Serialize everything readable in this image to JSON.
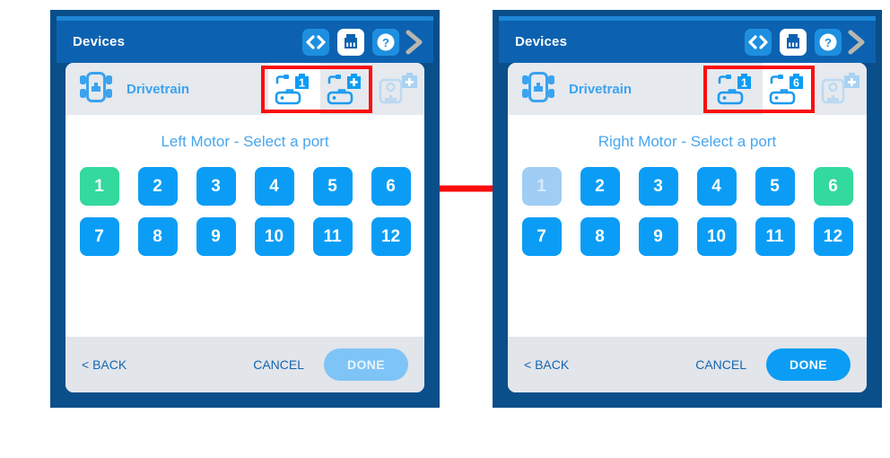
{
  "accent": {
    "frame_navy": "#0a4e8a",
    "panel_blue": "#0c62b0",
    "port_blue": "#0b9df5",
    "port_green": "#33d99d",
    "port_disabled": "#9fcdf4",
    "highlight_red": "#fb0d0d",
    "arrow_red": "#fb0d0d",
    "link_blue": "#1565b4",
    "device_label_blue": "#3ba3ef"
  },
  "toolbar": {
    "title": "Devices",
    "icons": [
      {
        "name": "code-icon",
        "glyph": "<>",
        "active": false
      },
      {
        "name": "device-port-icon",
        "glyph": "port",
        "active": true
      },
      {
        "name": "help-icon",
        "glyph": "?",
        "active": false
      }
    ],
    "chevron": "chevron-right-icon"
  },
  "panels": [
    {
      "id": "left",
      "device": {
        "icon": "drivetrain-icon",
        "name": "Drivetrain",
        "slots": [
          {
            "icon": "motor-icon",
            "badge": "1",
            "selected": true
          },
          {
            "icon": "motor-icon",
            "badge": "+",
            "selected": false
          },
          {
            "icon": "sensor-add-icon",
            "badge": "+",
            "selected": false,
            "faded": true
          }
        ]
      },
      "prompt": "Left Motor - Select a port",
      "ports": [
        {
          "label": "1",
          "state": "selected"
        },
        {
          "label": "2",
          "state": "normal"
        },
        {
          "label": "3",
          "state": "normal"
        },
        {
          "label": "4",
          "state": "normal"
        },
        {
          "label": "5",
          "state": "normal"
        },
        {
          "label": "6",
          "state": "normal"
        },
        {
          "label": "7",
          "state": "normal"
        },
        {
          "label": "8",
          "state": "normal"
        },
        {
          "label": "9",
          "state": "normal"
        },
        {
          "label": "10",
          "state": "normal"
        },
        {
          "label": "11",
          "state": "normal"
        },
        {
          "label": "12",
          "state": "normal"
        }
      ],
      "footer": {
        "back": "< BACK",
        "cancel": "CANCEL",
        "done": "DONE",
        "done_enabled": false
      }
    },
    {
      "id": "right",
      "device": {
        "icon": "drivetrain-icon",
        "name": "Drivetrain",
        "slots": [
          {
            "icon": "motor-icon",
            "badge": "1",
            "selected": false
          },
          {
            "icon": "motor-icon",
            "badge": "6",
            "selected": true
          },
          {
            "icon": "sensor-add-icon",
            "badge": "+",
            "selected": false,
            "faded": true
          }
        ]
      },
      "prompt": "Right Motor - Select a port",
      "ports": [
        {
          "label": "1",
          "state": "disabled"
        },
        {
          "label": "2",
          "state": "normal"
        },
        {
          "label": "3",
          "state": "normal"
        },
        {
          "label": "4",
          "state": "normal"
        },
        {
          "label": "5",
          "state": "normal"
        },
        {
          "label": "6",
          "state": "selected"
        },
        {
          "label": "7",
          "state": "normal"
        },
        {
          "label": "8",
          "state": "normal"
        },
        {
          "label": "9",
          "state": "normal"
        },
        {
          "label": "10",
          "state": "normal"
        },
        {
          "label": "11",
          "state": "normal"
        },
        {
          "label": "12",
          "state": "normal"
        }
      ],
      "footer": {
        "back": "< BACK",
        "cancel": "CANCEL",
        "done": "DONE",
        "done_enabled": true
      }
    }
  ],
  "annotation": {
    "arrow": "red-arrow-right",
    "highlight_boxes": 2
  }
}
